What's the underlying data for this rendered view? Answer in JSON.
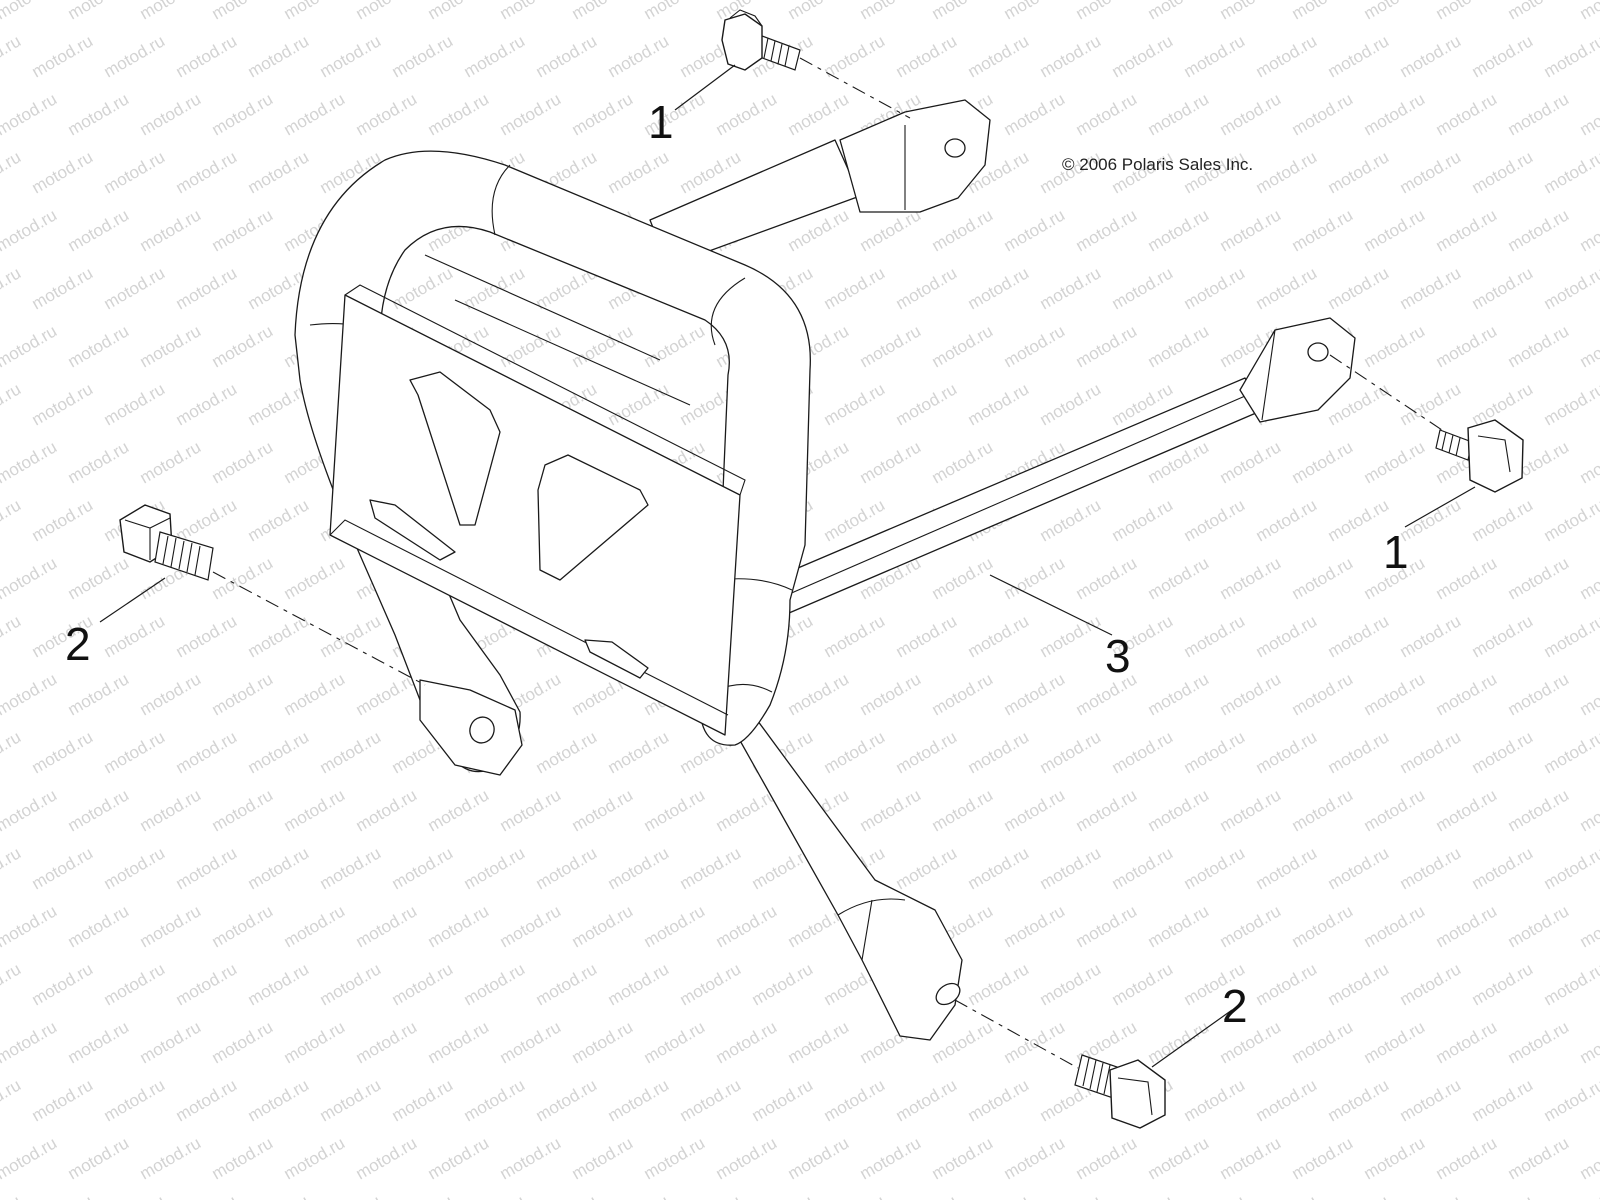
{
  "watermark": {
    "text": "motod.ru",
    "color": "#d3d3d3"
  },
  "copyright": "© 2006 Polaris Sales Inc.",
  "callouts": {
    "bolt_top": "1",
    "bolt_right": "1",
    "bolt_left": "2",
    "bolt_bottom": "2",
    "bumper": "3"
  },
  "line_color": "#1a1a1a"
}
